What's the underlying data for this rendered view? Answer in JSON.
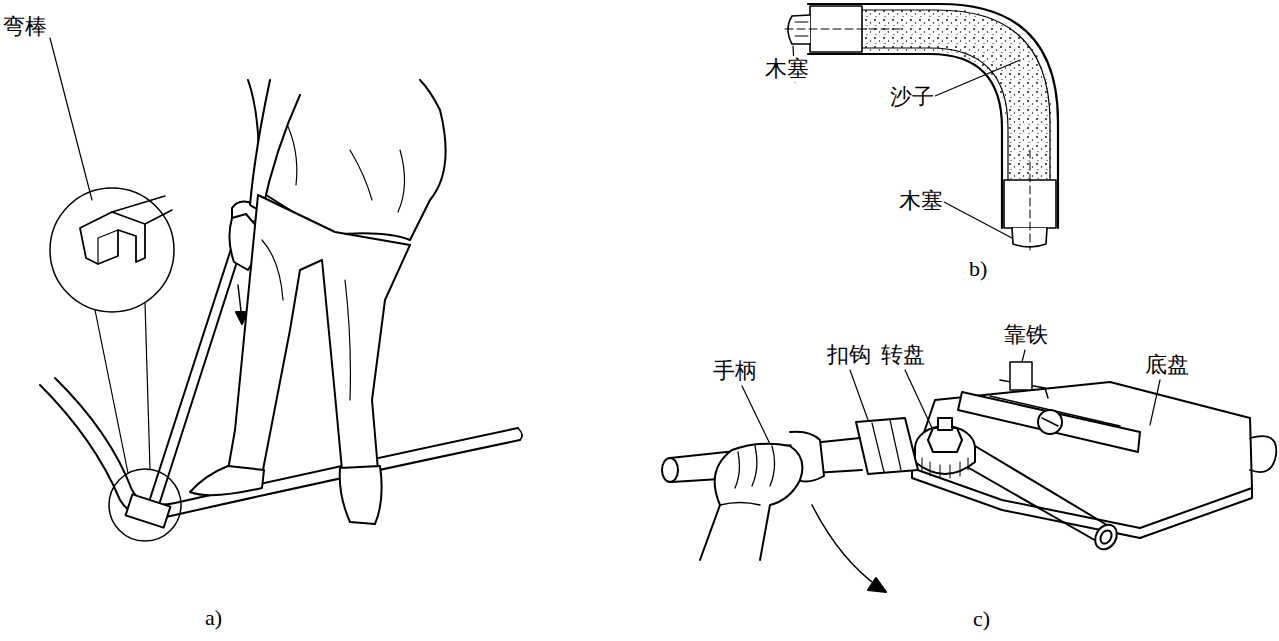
{
  "diagram": {
    "labels": [
      "弯棒",
      "木塞",
      "沙子",
      "木塞",
      "手柄",
      "扣钩",
      "转盘",
      "靠铁",
      "底盘",
      "a)",
      "b)",
      "c)"
    ]
  }
}
